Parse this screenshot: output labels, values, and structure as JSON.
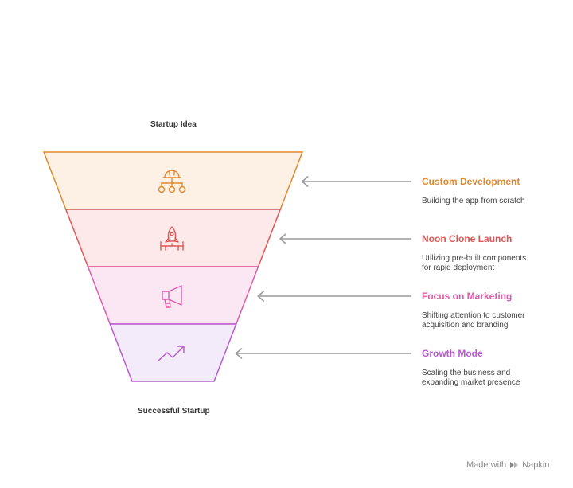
{
  "top_label": "Startup Idea",
  "bottom_label": "Successful Startup",
  "stages": [
    {
      "title": "Custom Development",
      "description": "Building the app from scratch",
      "color": "#e0892f",
      "fill": "#fdf1e5",
      "icon": "hard-hat-network-icon"
    },
    {
      "title": "Noon Clone Launch",
      "description": "Utilizing pre-built components for rapid deployment",
      "color": "#e05656",
      "fill": "#fde9e9",
      "icon": "rocket-launch-icon"
    },
    {
      "title": "Focus on Marketing",
      "description": "Shifting attention to customer acquisition and branding",
      "color": "#dc5ca8",
      "fill": "#fbe7f3",
      "icon": "megaphone-icon"
    },
    {
      "title": "Growth Mode",
      "description": "Scaling the business and expanding market presence",
      "color": "#b85ad0",
      "fill": "#f3eafa",
      "icon": "trend-up-icon"
    }
  ],
  "footer": {
    "made_with": "Made with",
    "brand": "Napkin",
    "brand_icon": "napkin-logo-icon"
  }
}
